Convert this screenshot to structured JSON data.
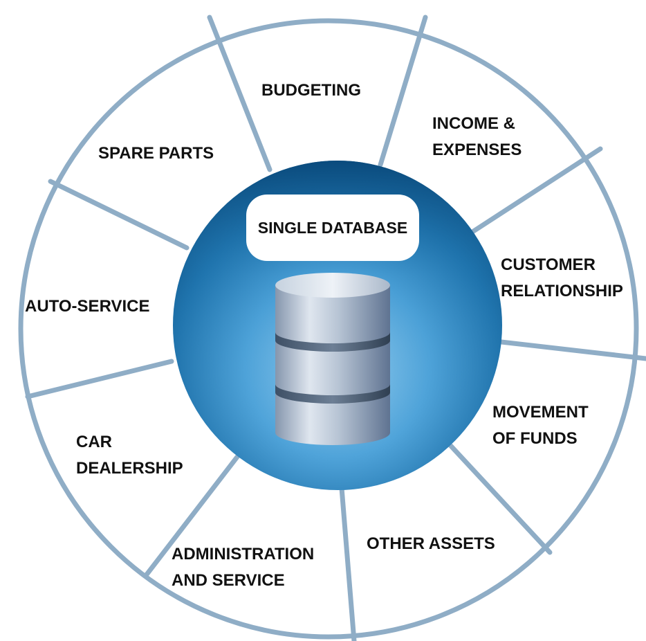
{
  "center": {
    "title": "SINGLE DATABASE",
    "icon": "database-icon"
  },
  "segments": [
    {
      "id": "budgeting",
      "lines": [
        "BUDGETING"
      ]
    },
    {
      "id": "income-expenses",
      "lines": [
        "INCOME &",
        "EXPENSES"
      ]
    },
    {
      "id": "customer-relationship",
      "lines": [
        "CUSTOMER",
        "RELATIONSHIP"
      ]
    },
    {
      "id": "movement-of-funds",
      "lines": [
        "MOVEMENT",
        "OF FUNDS"
      ]
    },
    {
      "id": "other-assets",
      "lines": [
        "OTHER ASSETS"
      ]
    },
    {
      "id": "administration-and-service",
      "lines": [
        "ADMINISTRATION",
        "AND SERVICE"
      ]
    },
    {
      "id": "car-dealership",
      "lines": [
        "CAR",
        "DEALERSHIP"
      ]
    },
    {
      "id": "auto-service",
      "lines": [
        "AUTO-SERVICE"
      ]
    },
    {
      "id": "spare-parts",
      "lines": [
        "SPARE PARTS"
      ]
    }
  ],
  "colors": {
    "ring_stroke": "#8fadc6",
    "hub_dark": "#0e5d94",
    "hub_light": "#7fc2ea",
    "text": "#111111"
  }
}
